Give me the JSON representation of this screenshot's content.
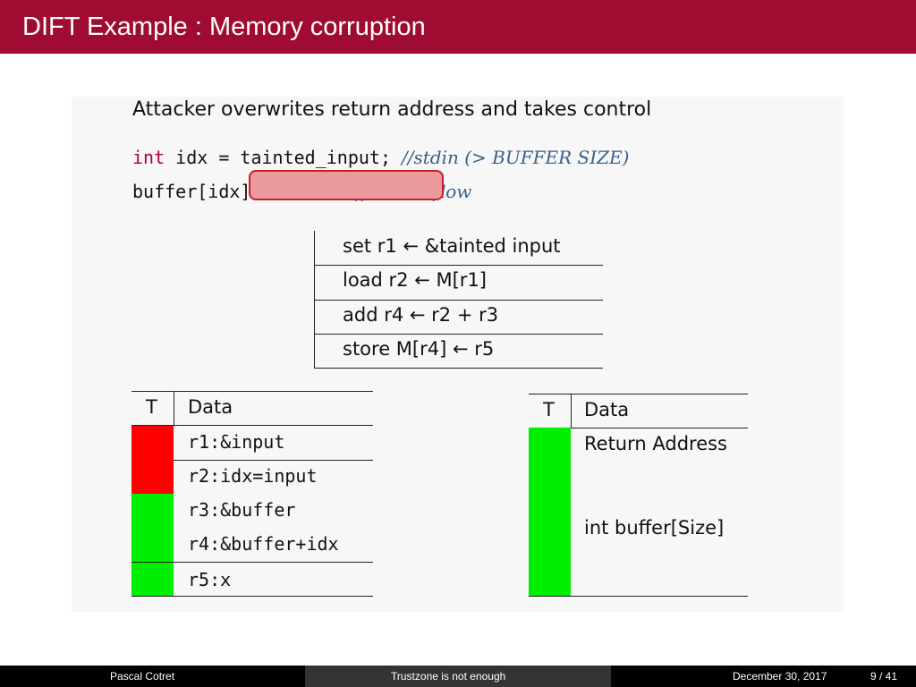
{
  "slide": {
    "title": "DIFT Example : Memory corruption",
    "heading": "Attacker overwrites return address and takes control",
    "code": {
      "line1_kw": "int",
      "line1_code": " idx = tainted_input; ",
      "line1_comment": "//stdin (> BUFFER SIZE)",
      "line2_code": "buffer[idx] = x; ",
      "line2_comment": "// buffer overflow"
    },
    "instructions": [
      "set r1 ← &tainted input",
      "load r2 ← M[r1]",
      "add r4 ← r2 + r3",
      "store M[r4] ← r5"
    ],
    "register_table": {
      "header_tag": "T",
      "header_data": "Data",
      "rows": [
        {
          "value": "r1:&input",
          "tag_color": "#ff0000"
        },
        {
          "value": "r2:idx=input",
          "tag_color": "#ff0000"
        },
        {
          "value": "r3:&buffer",
          "tag_color": "#00ee00"
        },
        {
          "value": "r4:&buffer+idx",
          "tag_color": "#00ee00"
        },
        {
          "value": "r5:x",
          "tag_color": "#00ee00"
        }
      ]
    },
    "memory_table": {
      "header_tag": "T",
      "header_data": "Data",
      "return_address": "Return Address",
      "buffer": "int buffer[Size]",
      "tag_color": "#00ee00"
    },
    "colors": {
      "title_bar": "#a00b32",
      "highlight_fill": "#ea9a9b",
      "highlight_border": "#c8202a"
    }
  },
  "footer": {
    "author": "Pascal Cotret",
    "short_title": "Trustzone is not enough",
    "date": "December 30, 2017",
    "page": "9 / 41"
  }
}
